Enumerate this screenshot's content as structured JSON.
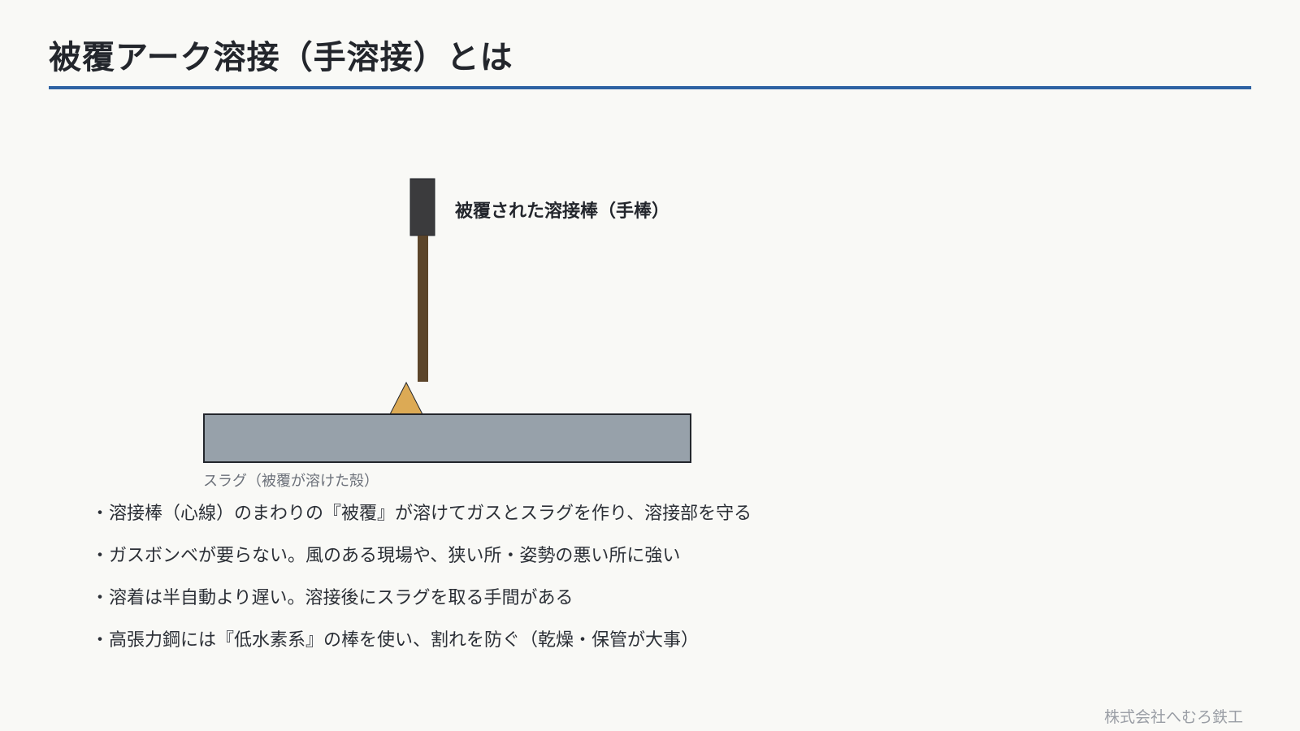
{
  "slide": {
    "title": "被覆アーク溶接（手溶接）とは",
    "accent_color": "#2e62a3"
  },
  "diagram": {
    "electrode_label": "被覆された溶接棒（手棒）",
    "slag_label": "スラグ（被覆が溶けた殻）",
    "colors": {
      "holder": "#3b3b3d",
      "rod": "#5c452a",
      "arc": "#dcaa55",
      "base_metal": "#97a1aa",
      "outline": "#23262c"
    }
  },
  "bullets": [
    "・溶接棒（心線）のまわりの『被覆』が溶けてガスとスラグを作り、溶接部を守る",
    "・ガスボンベが要らない。風のある現場や、狭い所・姿勢の悪い所に強い",
    "・溶着は半自動より遅い。溶接後にスラグを取る手間がある",
    "・高張力鋼には『低水素系』の棒を使い、割れを防ぐ（乾燥・保管が大事）"
  ],
  "footer": {
    "company": "株式会社へむろ鉄工"
  }
}
